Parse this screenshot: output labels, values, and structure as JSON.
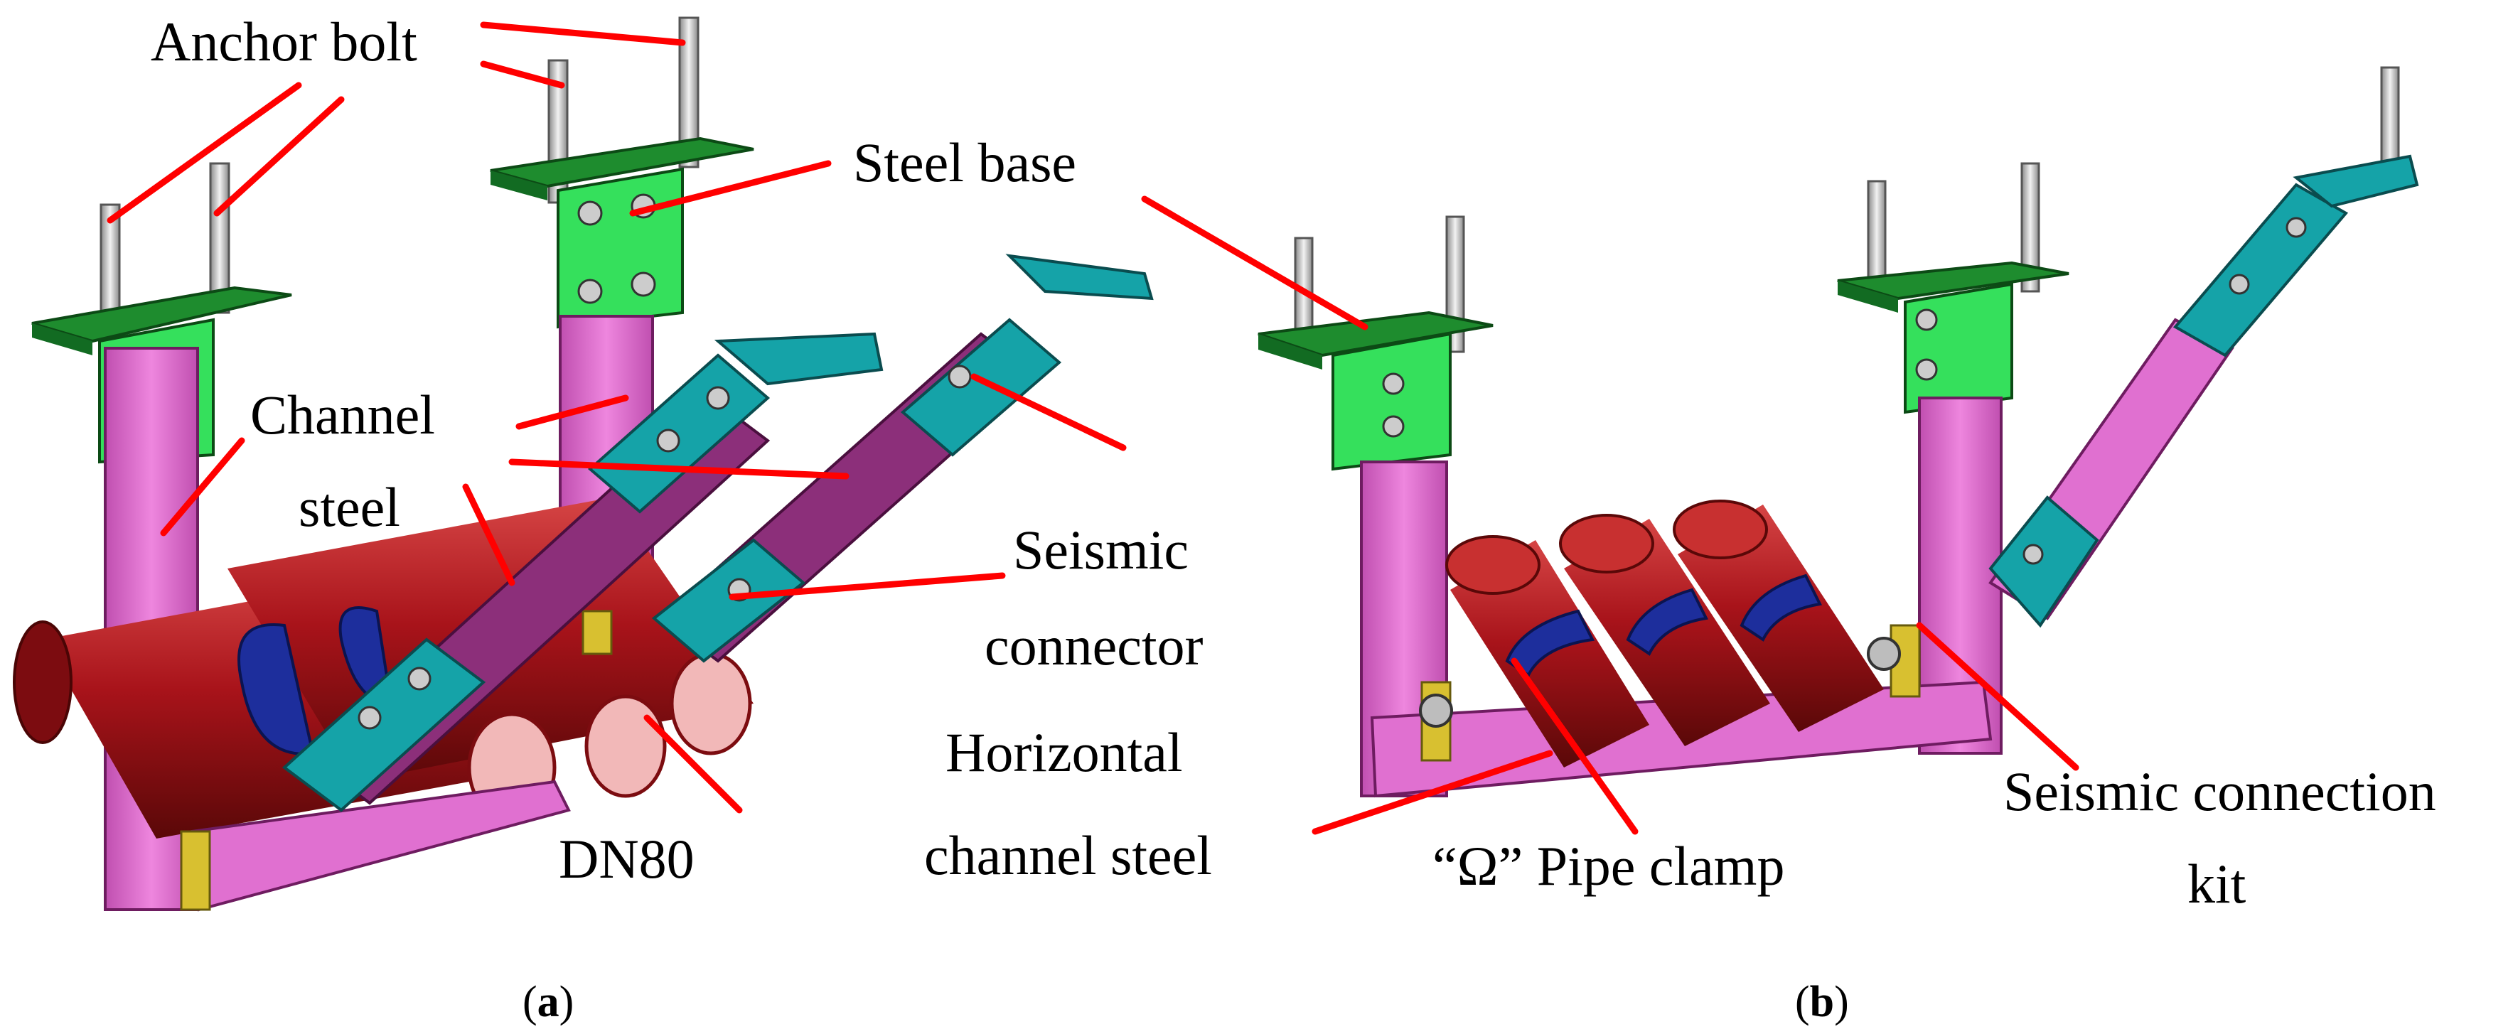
{
  "labels": {
    "anchor_bolt": "Anchor bolt",
    "steel_base": "Steel base",
    "channel_steel_1": "Channel",
    "channel_steel_2": "steel",
    "seismic_connector_1": "Seismic",
    "seismic_connector_2": "connector",
    "horizontal_1": "Horizontal",
    "horizontal_2": "channel steel",
    "dn80": "DN80",
    "pipe_clamp": "“Ω” Pipe clamp",
    "seismic_kit_1": "Seismic connection",
    "seismic_kit_2": "kit"
  },
  "captions": {
    "a_open": "(",
    "a_letter": "a",
    "a_close": ")",
    "b_open": "(",
    "b_letter": "b",
    "b_close": ")"
  },
  "colors": {
    "channel_steel": "#e070d0",
    "diagonal_brace": "#8c2f7a",
    "steel_base_top": "#1e8c2e",
    "steel_base_bracket": "#35e05c",
    "seismic_connector": "#15a3a8",
    "pipe": "#a8131a",
    "pipe_clamp": "#1d2e9c",
    "anchor_bolt": "#c8c8c8",
    "connection_kit": "#d8c030",
    "leader_line": "#ff0000"
  }
}
